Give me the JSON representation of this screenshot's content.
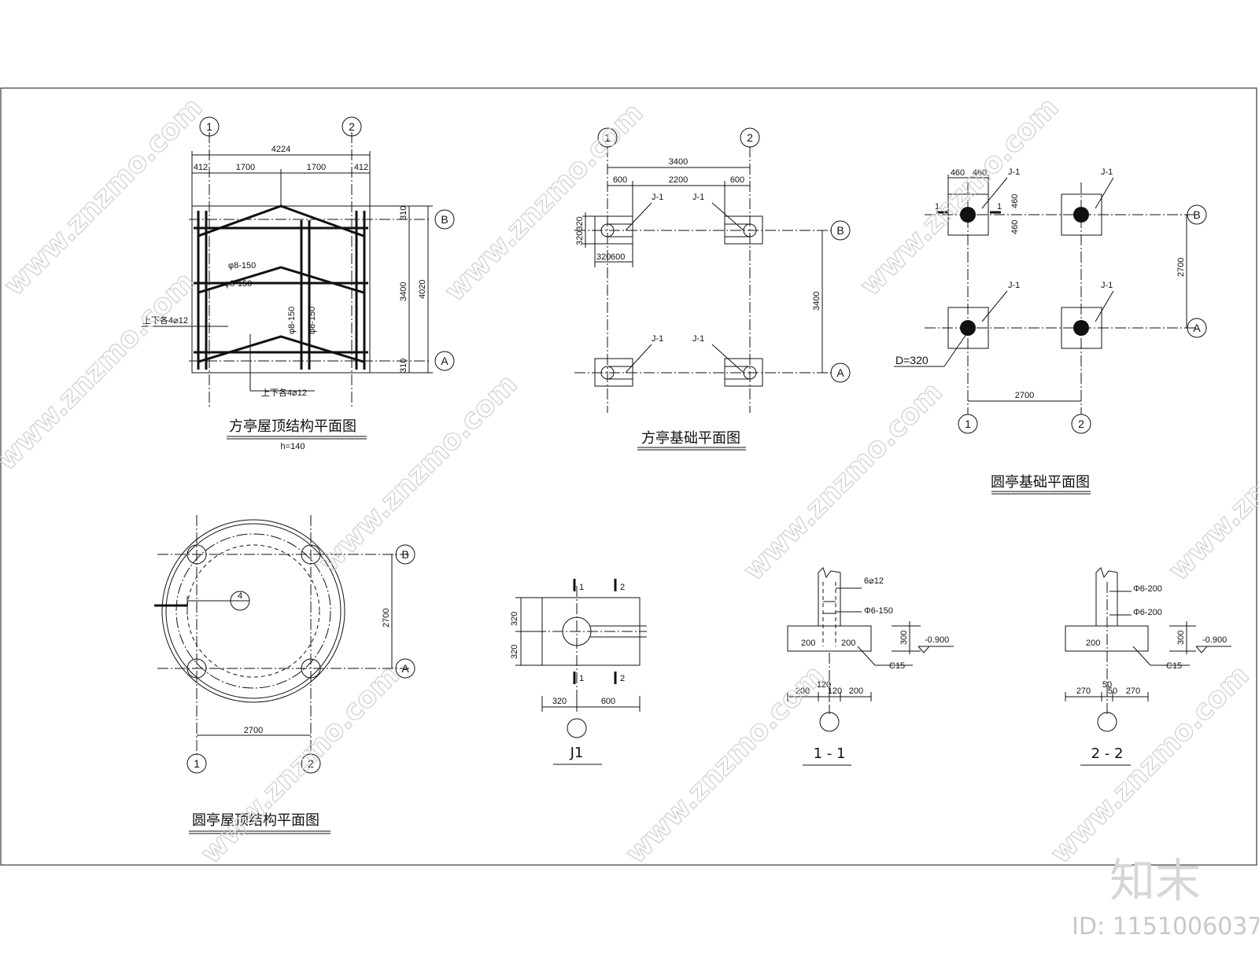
{
  "titles": {
    "sq_roof": "方亭屋顶结构平面图",
    "sq_roof_note": "h=140",
    "sq_found": "方亭基础平面图",
    "rd_found": "圆亭基础平面图",
    "rd_roof": "圆亭屋顶结构平面图",
    "j1": "J1",
    "s11": "1 - 1",
    "s22": "2 - 2"
  },
  "axes": {
    "one": "1",
    "two": "2",
    "a": "A",
    "b": "B"
  },
  "sq_roof": {
    "d_total": "4224",
    "d_412": "412",
    "d_1700": "1700",
    "d_310": "310",
    "d_3400": "3400",
    "d_4020": "4020",
    "rebar": "φ8-150",
    "top_bottom": "上下各4⌀12"
  },
  "sq_found": {
    "d_3400": "3400",
    "d_600": "600",
    "d_2200": "2200",
    "d_320": "320",
    "d_320320": "320320",
    "label": "J-1"
  },
  "rd_found": {
    "d_460": "460",
    "d_2700": "2700",
    "label": "J-1",
    "diameter": "D=320",
    "cut": "1"
  },
  "rd_roof": {
    "d_2700": "2700",
    "detail": "4"
  },
  "j1": {
    "d_320": "320",
    "d_600": "600",
    "cut1": "1",
    "cut2": "2"
  },
  "s11": {
    "rebar_top": "6⌀12",
    "stirrup": "Φ6-150",
    "d_300": "300",
    "elev": "-0.900",
    "d_200": "200",
    "d_120": "120",
    "concrete": "C15"
  },
  "s22": {
    "rebar1": "Φ6-200",
    "rebar2": "Φ6-200",
    "d_300": "300",
    "elev": "-0.900",
    "d_200": "200",
    "d_270": "270",
    "d_50": "50",
    "concrete": "C15"
  },
  "watermark": {
    "url": "www.znzmo.com",
    "brand": "知末",
    "id": "ID: 1151006037"
  }
}
